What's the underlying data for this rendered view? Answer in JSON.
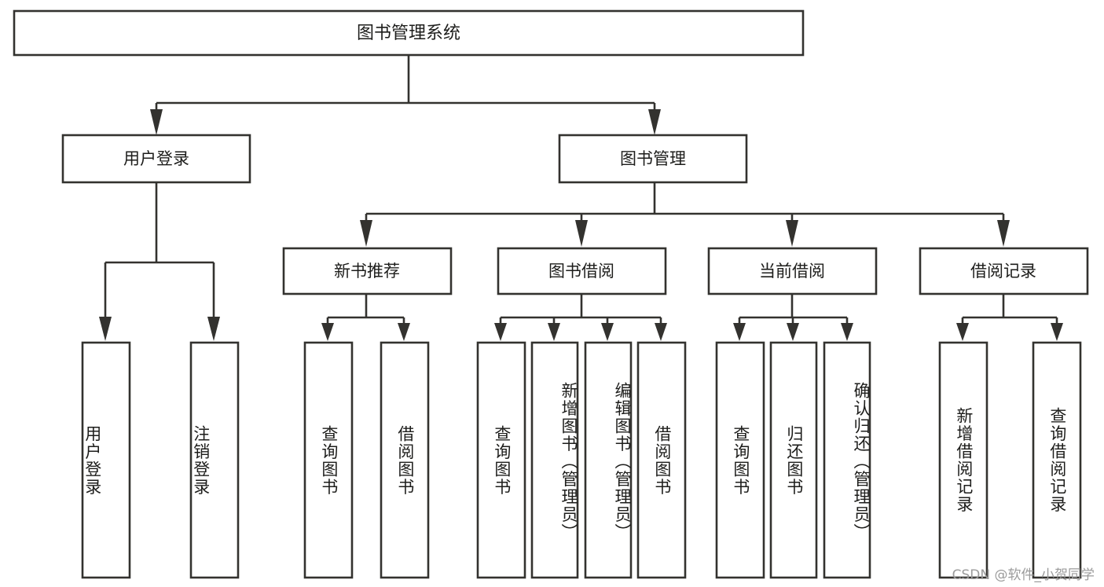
{
  "diagram": {
    "title": "图书管理系统",
    "type": "tree-hierarchy",
    "watermark": "CSDN @软件_小贺同学",
    "colors": {
      "stroke": "#33322f",
      "box_fill": "#ffffff",
      "text": "#1d1d1b",
      "background": "#ffffff",
      "watermark": "#9b9b9b"
    },
    "root": {
      "label": "图书管理系统"
    },
    "level2": [
      {
        "id": "user-login",
        "label": "用户登录"
      },
      {
        "id": "book-manage",
        "label": "图书管理"
      }
    ],
    "level3": [
      {
        "id": "new-book-rec",
        "label": "新书推荐",
        "parent": "book-manage"
      },
      {
        "id": "book-borrow",
        "label": "图书借阅",
        "parent": "book-manage"
      },
      {
        "id": "current-borrow",
        "label": "当前借阅",
        "parent": "book-manage"
      },
      {
        "id": "borrow-record",
        "label": "借阅记录",
        "parent": "book-manage"
      }
    ],
    "leaves": [
      {
        "id": "leaf-user-login",
        "label": "用户登录",
        "parent": "user-login"
      },
      {
        "id": "leaf-user-logout",
        "label": "注销登录",
        "parent": "user-login"
      },
      {
        "id": "leaf-query-book-rec",
        "label": "查询图书",
        "parent": "new-book-rec"
      },
      {
        "id": "leaf-borrow-book-rec",
        "label": "借阅图书",
        "parent": "new-book-rec"
      },
      {
        "id": "leaf-query-book-borrow",
        "label": "查询图书",
        "parent": "book-borrow"
      },
      {
        "id": "leaf-add-book",
        "label": "新增图书（管理员）",
        "parent": "book-borrow"
      },
      {
        "id": "leaf-edit-book",
        "label": "编辑图书（管理员）",
        "parent": "book-borrow"
      },
      {
        "id": "leaf-borrow-book",
        "label": "借阅图书",
        "parent": "book-borrow"
      },
      {
        "id": "leaf-query-book-cur",
        "label": "查询图书",
        "parent": "current-borrow"
      },
      {
        "id": "leaf-return-book",
        "label": "归还图书",
        "parent": "current-borrow"
      },
      {
        "id": "leaf-confirm-return",
        "label": "确认归还（管理员）",
        "parent": "current-borrow"
      },
      {
        "id": "leaf-add-record",
        "label": "新增借阅记录",
        "parent": "borrow-record"
      },
      {
        "id": "leaf-query-record",
        "label": "查询借阅记录",
        "parent": "borrow-record"
      }
    ]
  }
}
